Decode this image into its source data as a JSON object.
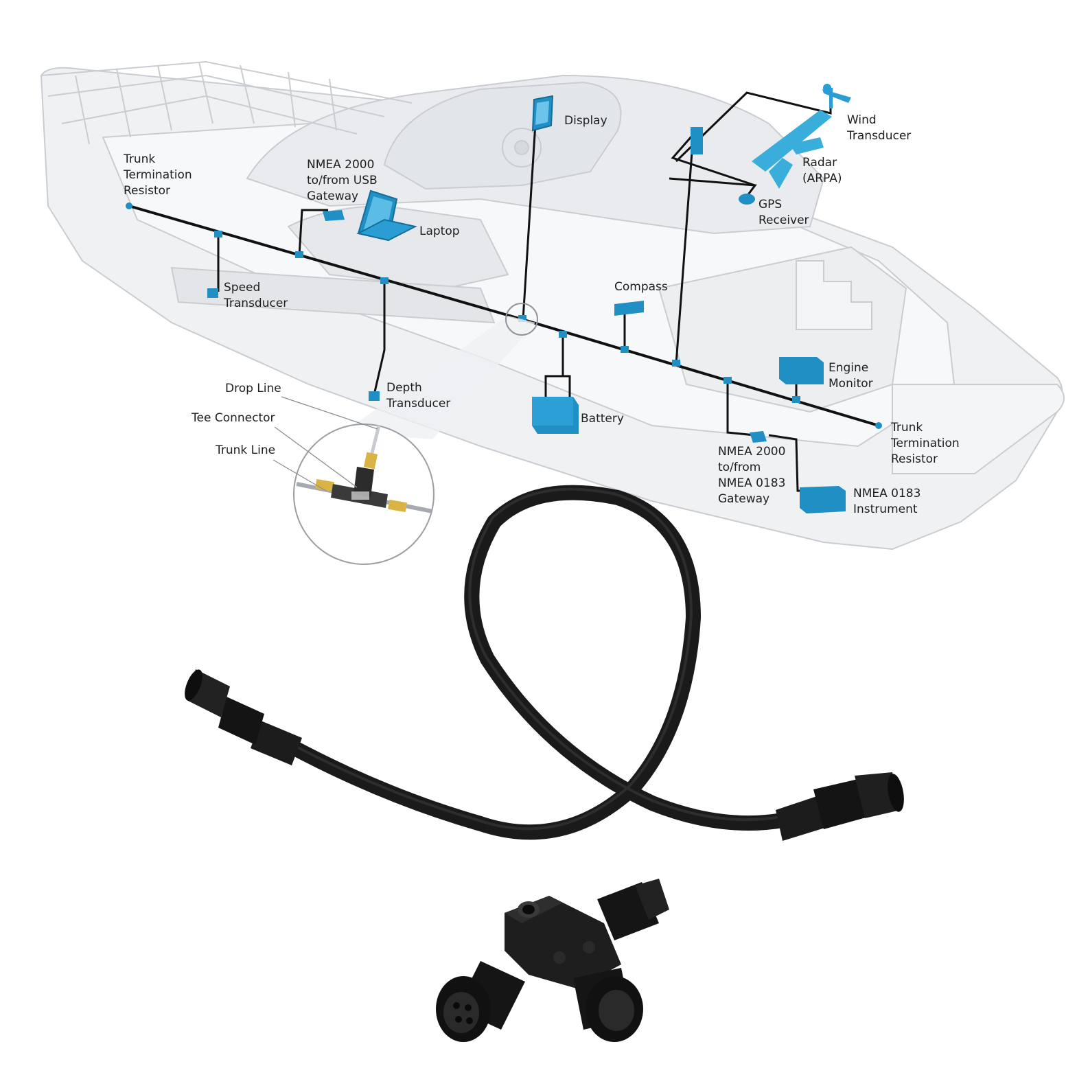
{
  "labels": {
    "trunk_term_left": [
      "Trunk",
      "Termination",
      "Resistor"
    ],
    "usb_gateway": [
      "NMEA 2000",
      "to/from USB",
      "Gateway"
    ],
    "laptop": "Laptop",
    "display": "Display",
    "wind": [
      "Wind",
      "Transducer"
    ],
    "radar": [
      "Radar",
      "(ARPA)"
    ],
    "gps": [
      "GPS",
      "Receiver"
    ],
    "speed": [
      "Speed",
      "Transducer"
    ],
    "compass": "Compass",
    "depth": [
      "Depth",
      "Transducer"
    ],
    "drop_line": "Drop Line",
    "tee_connector": "Tee Connector",
    "trunk_line": "Trunk Line",
    "battery": "Battery",
    "engine": [
      "Engine",
      "Monitor"
    ],
    "trunk_term_right": [
      "Trunk",
      "Termination",
      "Resistor"
    ],
    "nmea0183_gateway": [
      "NMEA 2000",
      "to/from",
      "NMEA 0183",
      "Gateway"
    ],
    "nmea0183_instrument": [
      "NMEA 0183",
      "Instrument"
    ]
  },
  "colors": {
    "device": "#1f8fc4",
    "device_dark": "#156e98",
    "boat_fill": "#f0f1f3",
    "boat_line": "#c9ccd1",
    "wire": "#111111",
    "cable": "#1a1a1a",
    "connector_gold": "#d9b344"
  }
}
